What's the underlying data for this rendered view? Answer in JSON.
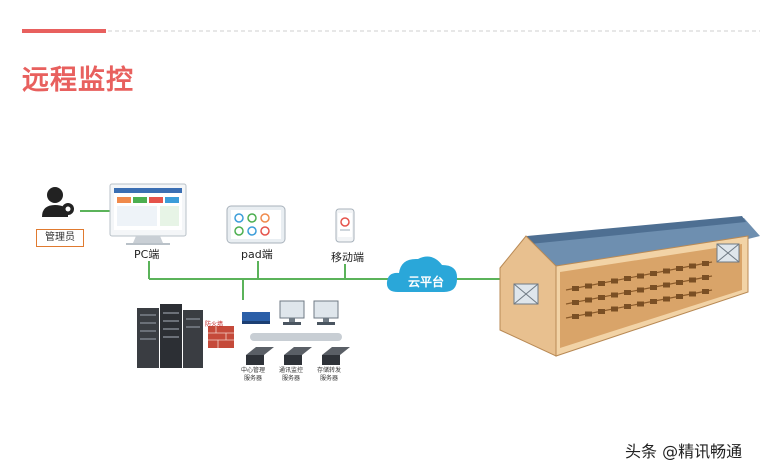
{
  "title": "远程监控",
  "manager": {
    "label": "管理员"
  },
  "devices": {
    "pc": "PC端",
    "pad": "pad端",
    "mobile": "移动端"
  },
  "cloud": {
    "label": "云平台"
  },
  "servers": {
    "firewall": "防火墙",
    "center": "中心管理\n服务器",
    "comm": "通讯监控\n服务器",
    "storage": "存储转发\n服务器"
  },
  "watermark": "头条 @精讯畅通",
  "colors": {
    "accent": "#e8605e",
    "line": "#5bb35a",
    "cloud": "#2aa7d9",
    "border": "#e07a2f"
  }
}
